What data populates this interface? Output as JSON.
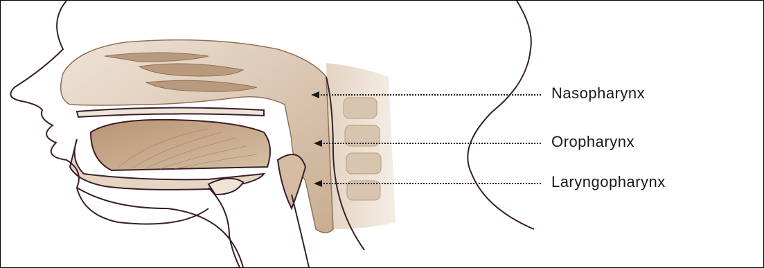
{
  "labels": {
    "nasopharynx": "Nasopharynx",
    "oropharynx": "Oropharynx",
    "laryngopharynx": "Laryngopharynx"
  },
  "colors": {
    "outline": "#3a1e2a",
    "tissue_light": "#e9dccf",
    "tissue_mid": "#c9ad91",
    "tissue_dark": "#9c7a5c",
    "leader": "#1a1a1a"
  }
}
